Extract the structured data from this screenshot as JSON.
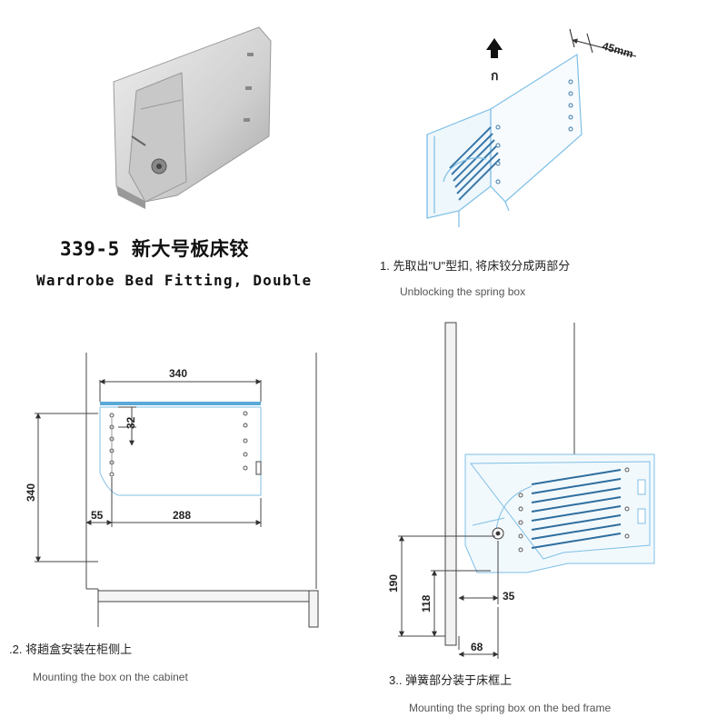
{
  "product": {
    "model": "339-5 新大号板床铰",
    "name_en": "Wardrobe Bed Fitting, Double"
  },
  "step1": {
    "zh": "1. 先取出\"U\"型扣, 将床铰分成两部分",
    "en": "Unblocking the spring box",
    "dimension": "45mm",
    "arrow_glyph": "ก"
  },
  "step2": {
    "zh": ".2. 将趟盒安装在柜侧上",
    "en": "Mounting the box on the cabinet",
    "dims": {
      "width": "340",
      "height": "340",
      "offset_top": "32",
      "offset_left": "55",
      "bottom_width": "288"
    }
  },
  "step3": {
    "zh": "3.. 弹簧部分装于床框上",
    "en": "Mounting the spring box on the bed frame",
    "dims": {
      "h_total": "190",
      "h_pivot": "118",
      "offset": "35",
      "base": "68"
    }
  },
  "colors": {
    "line": "#444444",
    "accent": "#7fbfe6",
    "light": "#c4e3f3",
    "photo": "#d4d4d4"
  }
}
